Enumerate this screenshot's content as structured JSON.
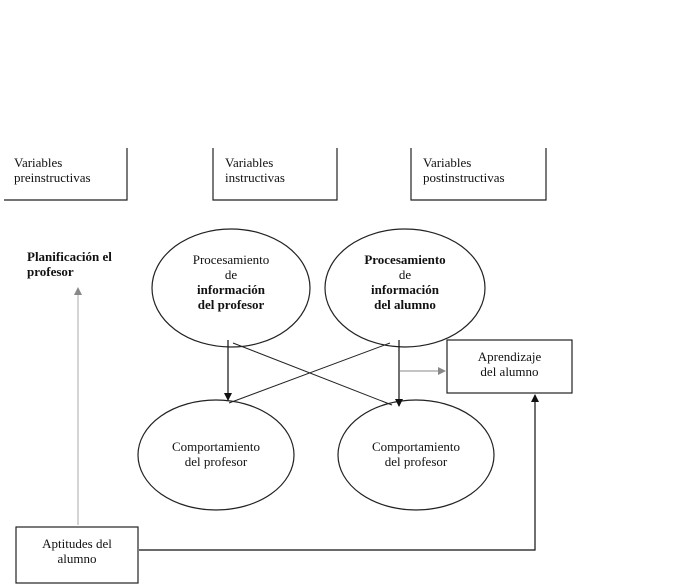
{
  "header_boxes": {
    "preinstructive": [
      "Variables",
      "preinstructivas"
    ],
    "instructive": [
      "Variables",
      "instructivas"
    ],
    "postinstructive": [
      "Variables",
      "postinstructivas"
    ]
  },
  "planning": [
    "Planificación el",
    "profesor"
  ],
  "teacher_processing": [
    "Procesamiento",
    "de",
    "información",
    "del profesor"
  ],
  "student_processing": [
    "Procesamiento",
    "de",
    "información",
    "del alumno"
  ],
  "learning": [
    "Aprendizaje",
    "del alumno"
  ],
  "teacher_behavior_left": [
    "Comportamiento",
    "del profesor"
  ],
  "teacher_behavior_right": [
    "Comportamiento",
    "del profesor"
  ],
  "aptitudes": [
    "Aptitudes del",
    "alumno"
  ]
}
